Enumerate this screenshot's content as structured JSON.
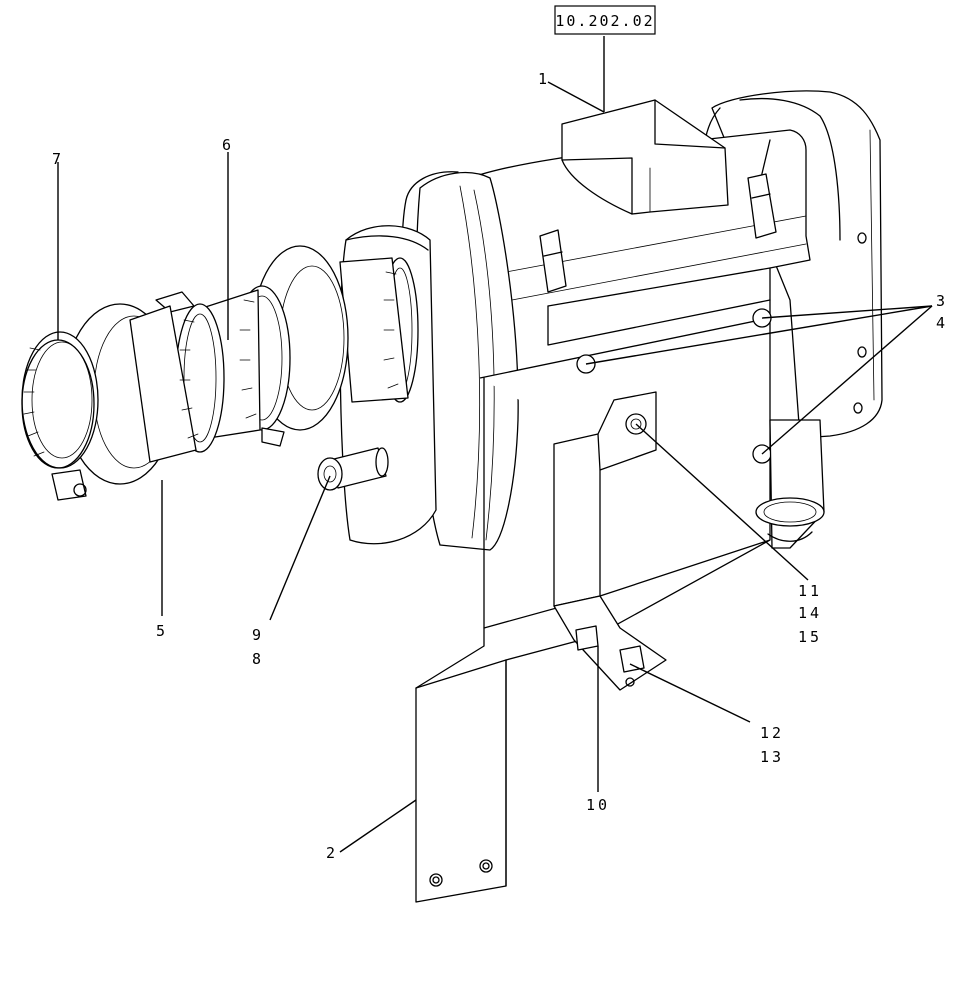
{
  "reference": "10.202.02",
  "callouts": {
    "c1": "1",
    "c2": "2",
    "c3": "3",
    "c4": "4",
    "c5": "5",
    "c6": "6",
    "c7": "7",
    "c8": "8",
    "c9": "9",
    "c10": "10",
    "c11": "11",
    "c12": "12",
    "c13": "13",
    "c14": "14",
    "c15": "15"
  }
}
